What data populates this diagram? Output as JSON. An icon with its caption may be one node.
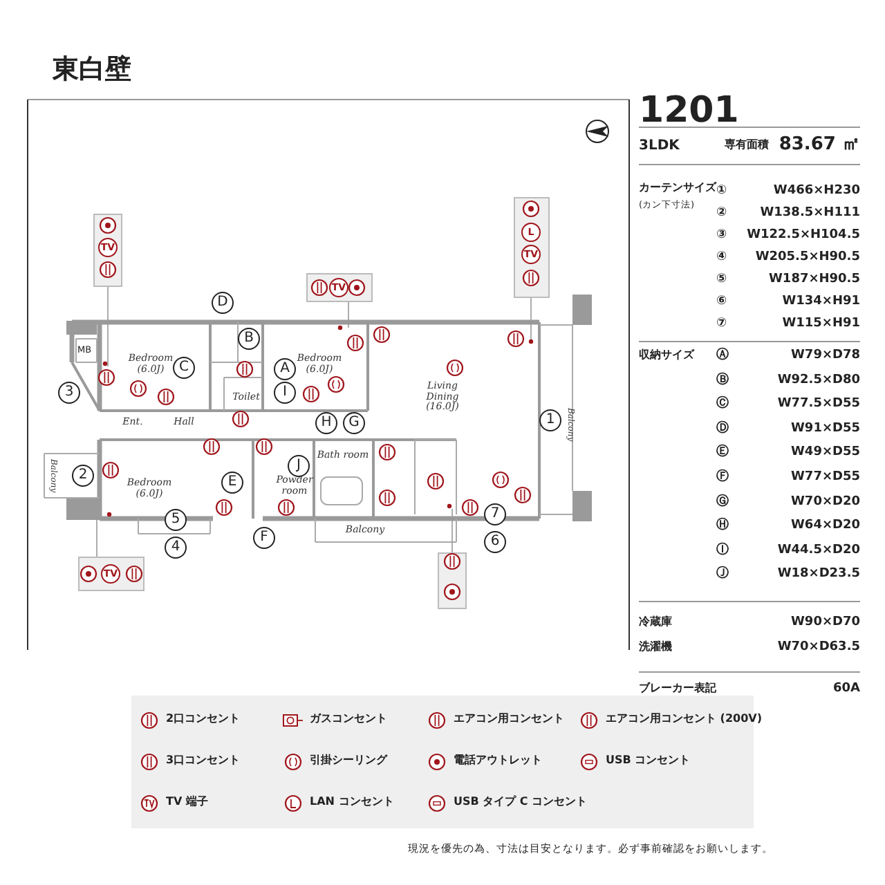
{
  "diagram": {
    "title": "東白壁",
    "labels": [
      "1201",
      "3LDK",
      "専有面積",
      "83.67 ㎡",
      "カーテンサイズ",
      "(カン下寸法)",
      "①",
      "W466×H230",
      "②",
      "W138.5×H111",
      "③",
      "W122.5×H104.5",
      "④",
      "W205.5×H90.5",
      "⑤",
      "W187×H90.5",
      "⑥",
      "W134×H91",
      "⑦",
      "W115×H91",
      "収納サイズ",
      "Ⓐ",
      "W79×D78",
      "Ⓑ",
      "W92.5×D80",
      "Ⓒ",
      "W77.5×D55",
      "Ⓓ",
      "W91×D55",
      "Ⓔ",
      "W49×D55",
      "Ⓕ",
      "W77×D55",
      "Ⓖ",
      "W70×D20",
      "Ⓗ",
      "W64×D20",
      "Ⓘ",
      "W44.5×D20",
      "Ⓙ",
      "W18×D23.5",
      "冷蔵庫",
      "W90×D70",
      "洗濯機",
      "W70×D63.5",
      "ブレーカー表記",
      "60A",
      "現況を優先の為、寸法は目安となります。必ず事前確認をお願いします。",
      "MB",
      "Bedroom (6.0J)",
      "Bedroom (6.0J)",
      "Living Dining (16.0J)",
      "Toilet",
      "Ent.",
      "Hall",
      "Bedroom (6.0J)",
      "Bath room",
      "Powder room",
      "Balcony",
      "Balcony",
      "Balcony",
      "D",
      "B",
      "C",
      "A",
      "I",
      "H",
      "G",
      "J",
      "E",
      "F",
      "3",
      "2",
      "5",
      "4",
      "1",
      "7",
      "6",
      "TV",
      "TV",
      "L",
      "TV",
      "TV"
    ],
    "legend": [
      {
        "text": "2口コンセント"
      },
      {
        "text": "ガスコンセント"
      },
      {
        "text": "エアコン用コンセント"
      },
      {
        "text": "エアコン用コンセント (200V)"
      },
      {
        "text": "3口コンセント"
      },
      {
        "text": "引掛シーリング"
      },
      {
        "text": "電話アウトレット"
      },
      {
        "text": "USB コンセント"
      },
      {
        "text": "TV 端子"
      },
      {
        "text": "LAN コンセント"
      },
      {
        "text": "USB タイプ C コンセント"
      }
    ]
  }
}
